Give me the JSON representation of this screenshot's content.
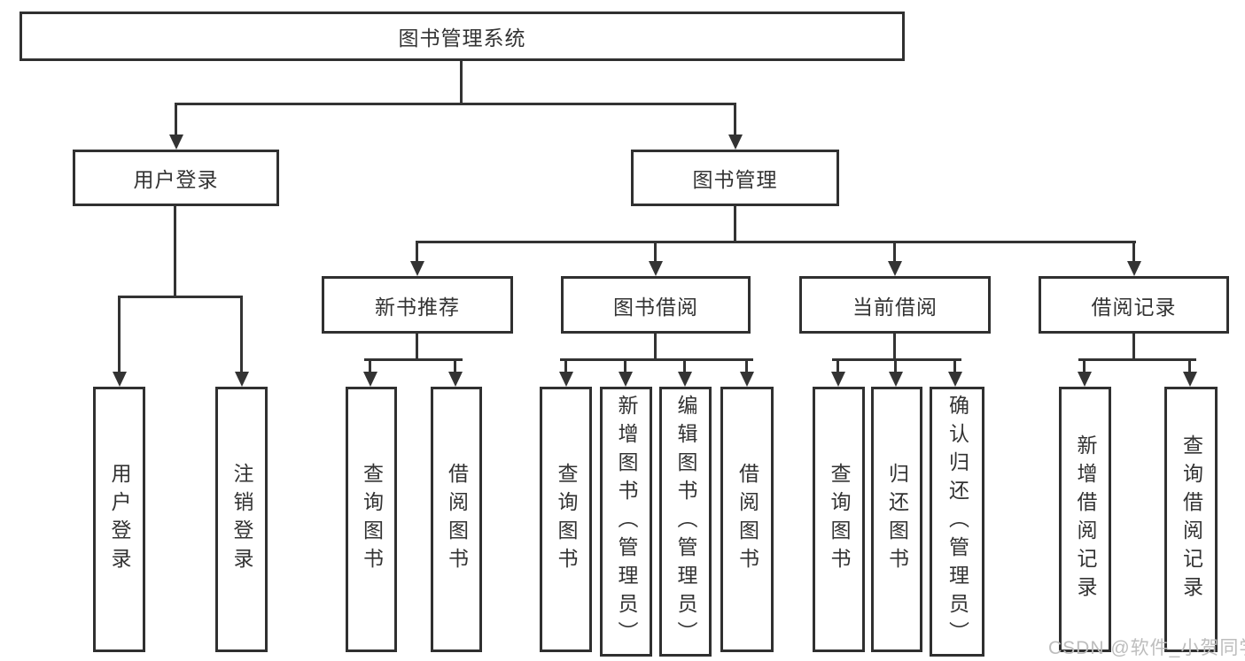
{
  "diagram": {
    "title": "图书管理系统",
    "level2": [
      {
        "label": "用户登录"
      },
      {
        "label": "图书管理"
      }
    ],
    "level3": [
      {
        "label": "新书推荐"
      },
      {
        "label": "图书借阅"
      },
      {
        "label": "当前借阅"
      },
      {
        "label": "借阅记录"
      }
    ],
    "leaf_groups": [
      {
        "items": [
          "用户登录",
          "注销登录"
        ]
      },
      {
        "items": [
          "查询图书",
          "借阅图书"
        ]
      },
      {
        "items": [
          "查询图书",
          "新增图书（管理员）",
          "编辑图书（管理员）",
          "借阅图书"
        ]
      },
      {
        "items": [
          "查询图书",
          "归还图书",
          "确认归还（管理员）"
        ]
      },
      {
        "items": [
          "新增借阅记录",
          "查询借阅记录"
        ]
      }
    ]
  },
  "watermark": {
    "text": "CSDN @软件_小贺同学"
  },
  "colors": {
    "line": "#333333",
    "text": "#333333",
    "watermark": "#bdbdbd",
    "background": "#ffffff"
  }
}
